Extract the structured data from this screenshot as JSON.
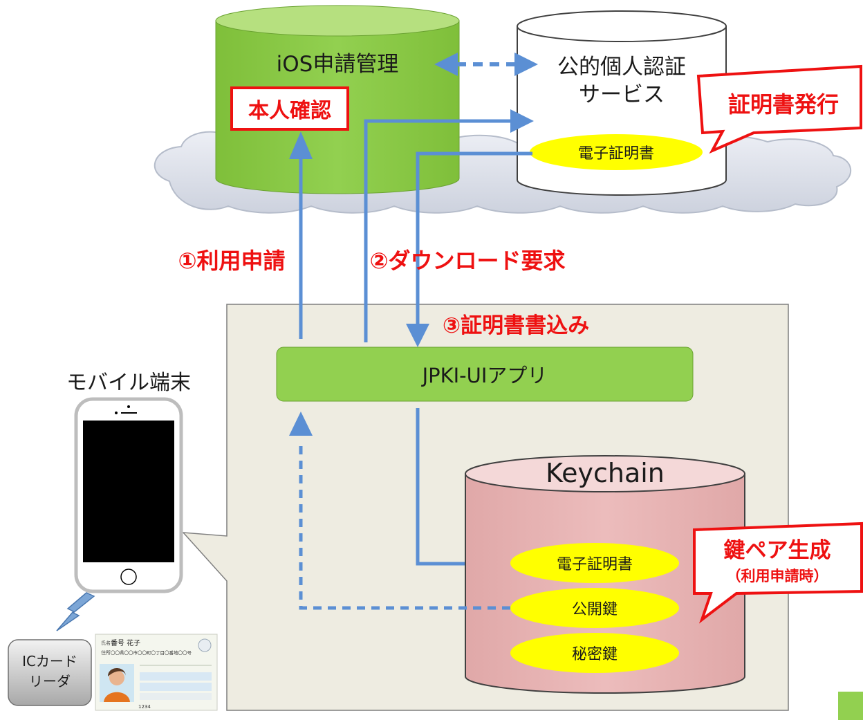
{
  "colors": {
    "green": "#92d050",
    "blue_arrow": "#5b8fd4",
    "red": "#ee1111",
    "yellow": "#ffff00",
    "pink": "#e6b3b3",
    "panel": "#eeece1"
  },
  "ios_server": {
    "title": "iOS申請管理",
    "identity_check": "本人確認"
  },
  "jpki_service": {
    "title_line1": "公的個人認証",
    "title_line2": "サービス",
    "certificate": "電子証明書"
  },
  "callout_issue": "証明書発行",
  "steps": {
    "step1": "①利用申請",
    "step2": "②ダウンロード要求",
    "step3": "③証明書書込み"
  },
  "app": {
    "label": "JPKI-UIアプリ"
  },
  "mobile": {
    "label": "モバイル端末"
  },
  "keychain": {
    "title": "Keychain",
    "certificate": "電子証明書",
    "public_key": "公開鍵",
    "private_key": "秘密鍵"
  },
  "callout_keypair": {
    "line1": "鍵ペア生成",
    "line2": "（利用申請時）"
  },
  "card_reader": {
    "line1": "ICカード",
    "line2": "リーダ"
  },
  "id_card": {
    "name_label": "氏名",
    "name": "番号 花子",
    "address_label": "住所",
    "address": "〇〇県〇〇市〇〇町〇丁目〇番地〇〇号",
    "number": "1234"
  }
}
